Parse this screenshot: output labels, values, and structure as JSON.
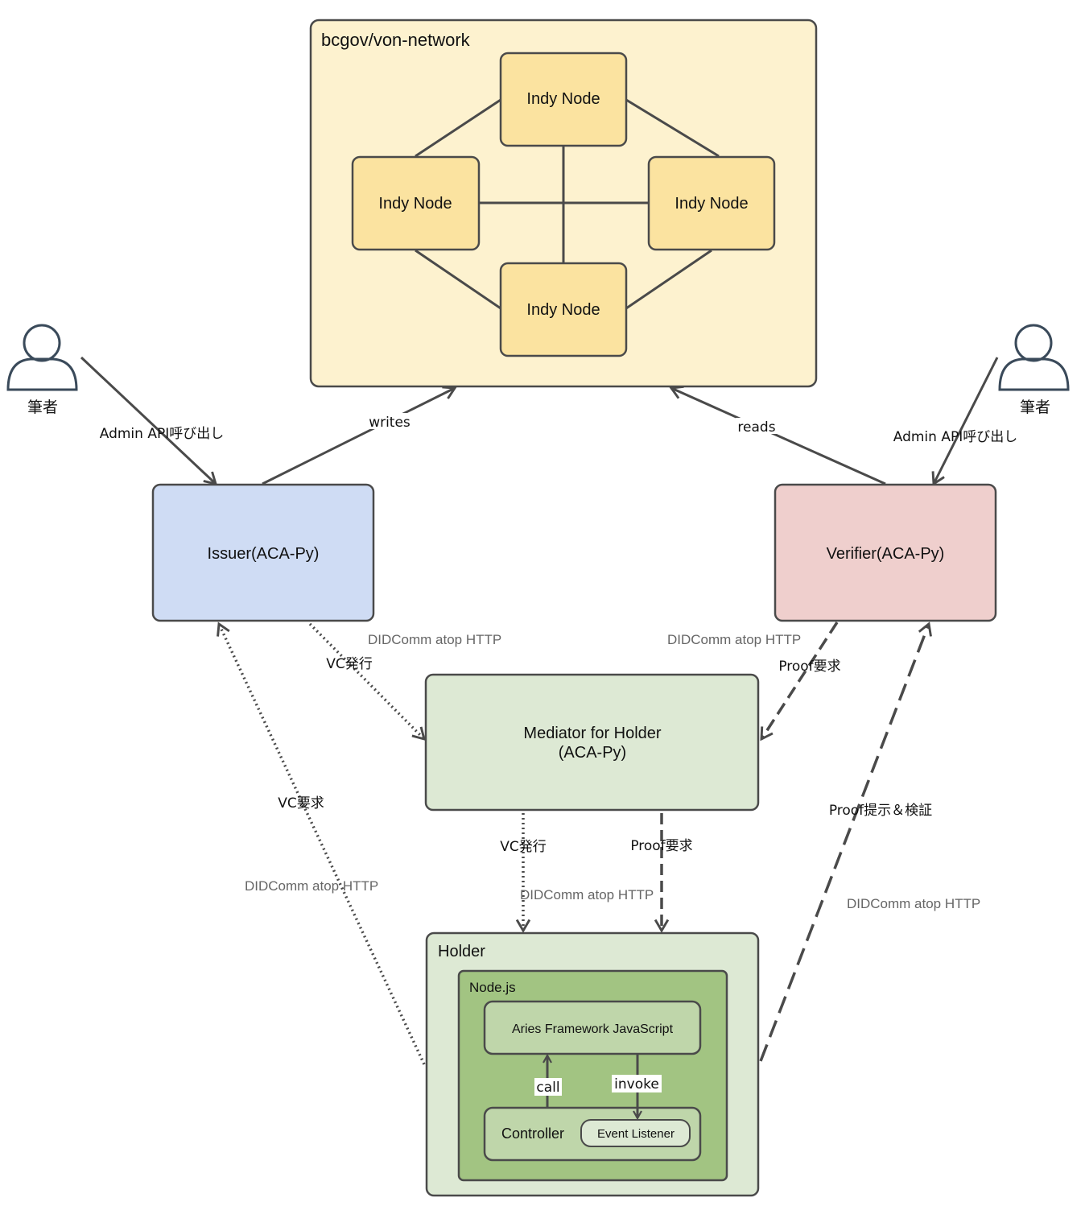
{
  "network": {
    "title": "bcgov/von-network"
  },
  "nodes": {
    "top": "Indy Node",
    "left": "Indy Node",
    "right": "Indy Node",
    "bottom": "Indy Node"
  },
  "actors": {
    "left_user": "筆者",
    "right_user": "筆者"
  },
  "components": {
    "issuer": "Issuer(ACA-Py)",
    "verifier": "Verifier(ACA-Py)",
    "mediator_line1": "Mediator for Holder",
    "mediator_line2": "(ACA-Py)",
    "holder": "Holder",
    "nodejs": "Node.js",
    "afj": "Aries Framework JavaScript",
    "controller": "Controller",
    "event_listener": "Event Listener"
  },
  "edges": {
    "admin_api_left": "Admin API呼び出し",
    "admin_api_right": "Admin API呼び出し",
    "writes": "writes",
    "reads": "reads",
    "vc_issue_upper": "VC発行",
    "proof_request_upper": "Proof要求",
    "vc_request": "VC要求",
    "proof_present": "Proof提示＆検証",
    "vc_issue_lower": "VC発行",
    "proof_request_lower": "Proof要求",
    "call": "call",
    "invoke": "invoke"
  },
  "protocols": {
    "issuer_mediator": "DIDComm atop HTTP",
    "verifier_mediator": "DIDComm atop HTTP",
    "holder_issuer": "DIDComm atop HTTP",
    "mediator_holder": "DIDComm atop HTTP",
    "holder_verifier": "DIDComm atop HTTP"
  },
  "colors": {
    "network_fill": "#fdf2cf",
    "node_fill": "#fbe3a0",
    "issuer_fill": "#cfdcf4",
    "verifier_fill": "#efcfcd",
    "mediator_fill": "#dde9d4",
    "holder_fill": "#dde9d4",
    "nodejs_fill": "#a2c482",
    "inner_fill": "#bfd6aa",
    "stroke": "#4a4a4a"
  }
}
